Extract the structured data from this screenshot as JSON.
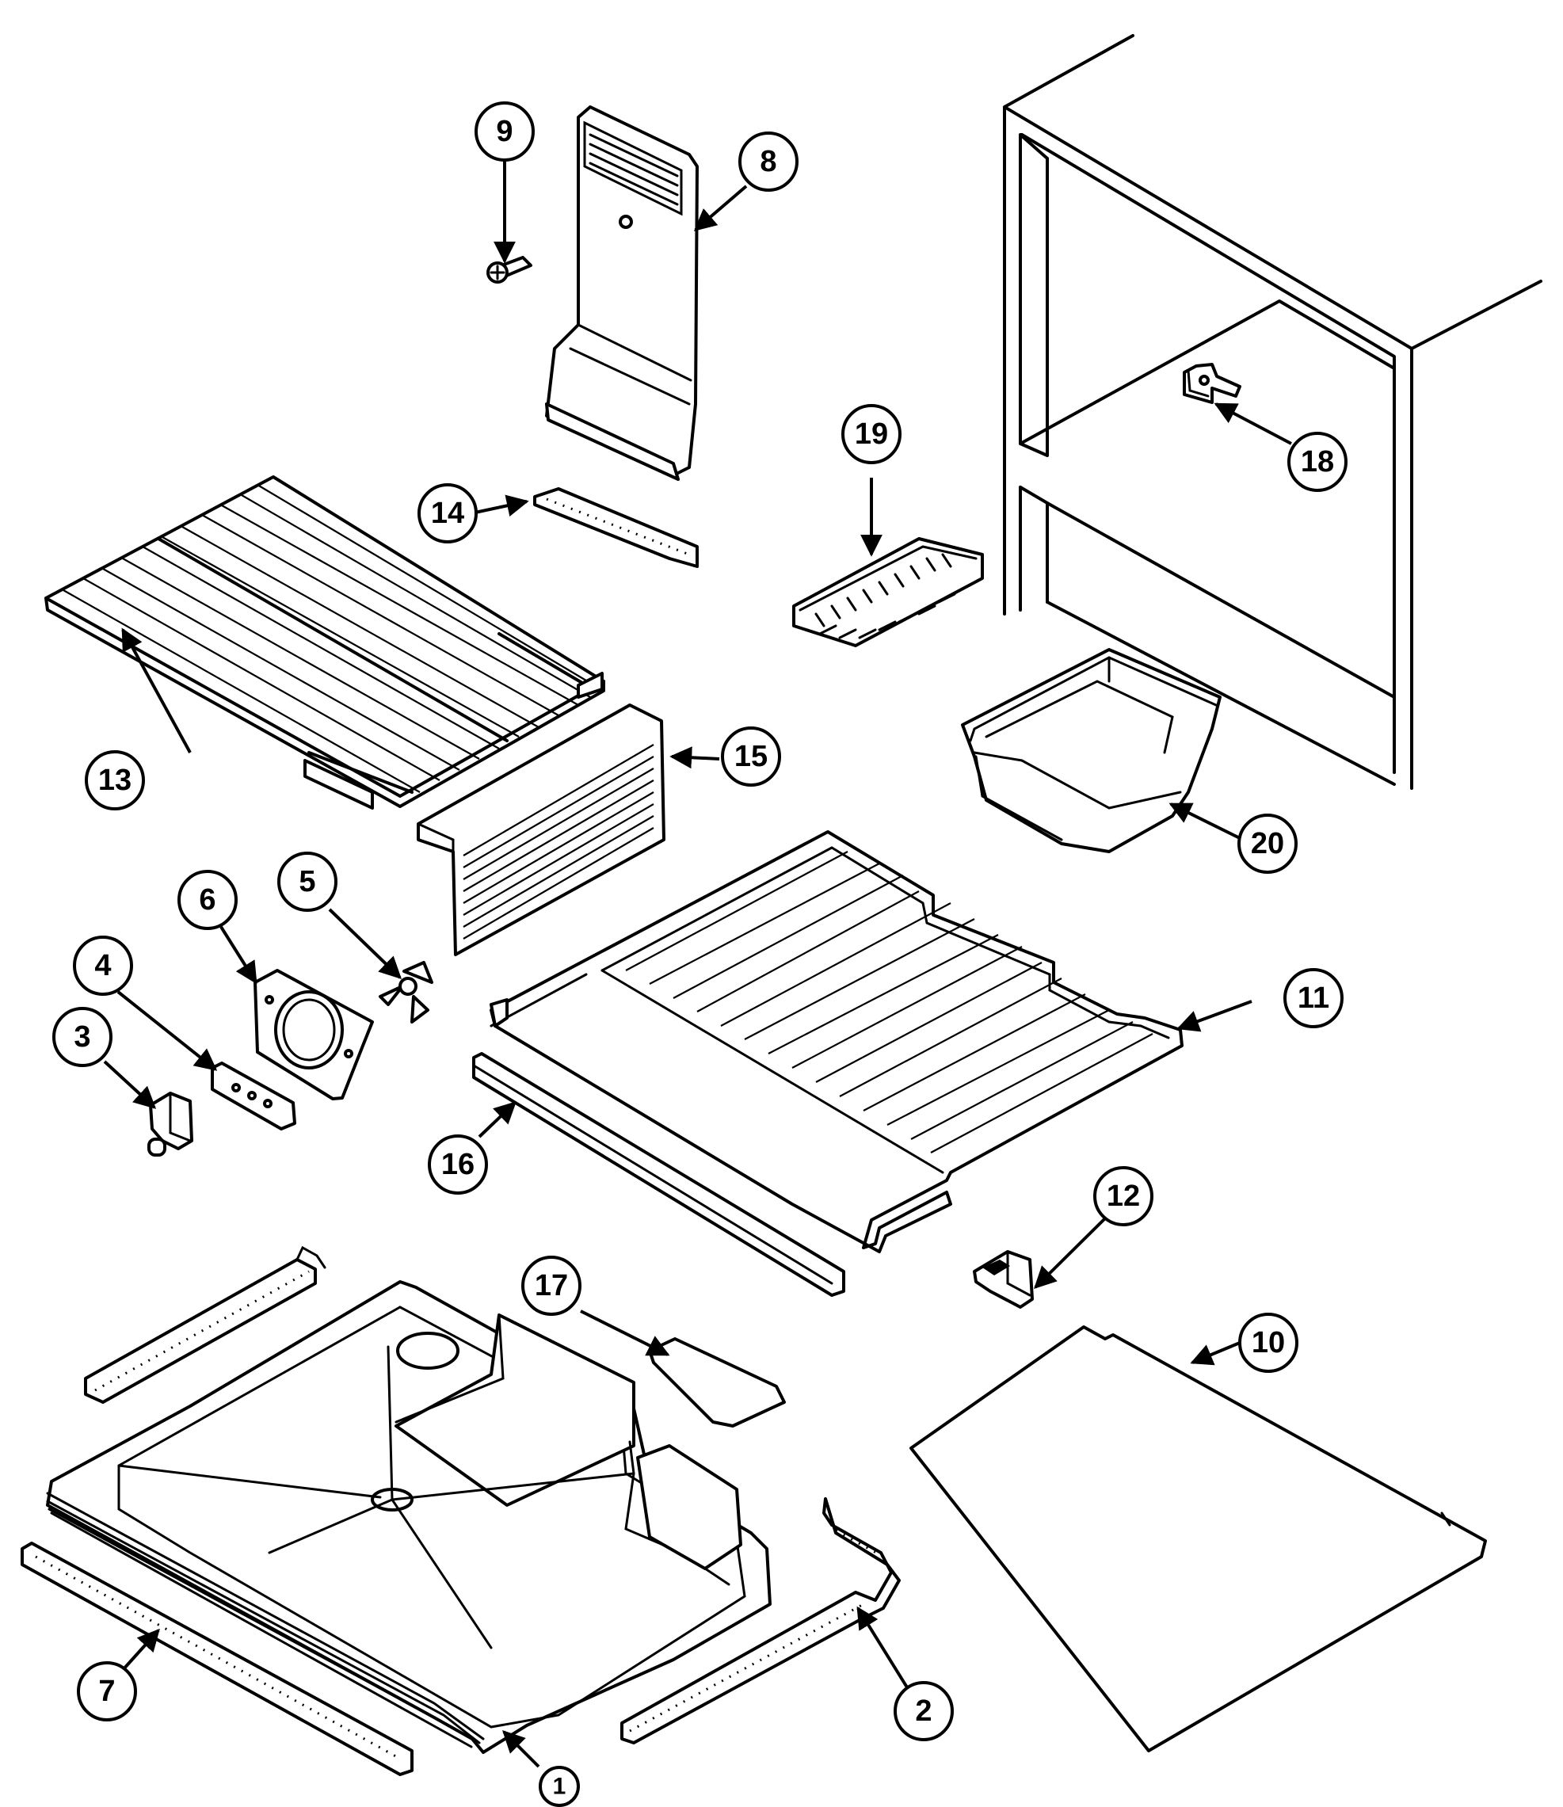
{
  "callouts": [
    {
      "id": "p1",
      "label": "1",
      "name": "callout-1"
    },
    {
      "id": "p2",
      "label": "2",
      "name": "callout-2"
    },
    {
      "id": "p3",
      "label": "3",
      "name": "callout-3"
    },
    {
      "id": "p4",
      "label": "4",
      "name": "callout-4"
    },
    {
      "id": "p5",
      "label": "5",
      "name": "callout-5"
    },
    {
      "id": "p6",
      "label": "6",
      "name": "callout-6"
    },
    {
      "id": "p7",
      "label": "7",
      "name": "callout-7"
    },
    {
      "id": "p8",
      "label": "8",
      "name": "callout-8"
    },
    {
      "id": "p9",
      "label": "9",
      "name": "callout-9"
    },
    {
      "id": "p10",
      "label": "10",
      "name": "callout-10"
    },
    {
      "id": "p11",
      "label": "11",
      "name": "callout-11"
    },
    {
      "id": "p12",
      "label": "12",
      "name": "callout-12"
    },
    {
      "id": "p13",
      "label": "13",
      "name": "callout-13"
    },
    {
      "id": "p14",
      "label": "14",
      "name": "callout-14"
    },
    {
      "id": "p15",
      "label": "15",
      "name": "callout-15"
    },
    {
      "id": "p16",
      "label": "16",
      "name": "callout-16"
    },
    {
      "id": "p17",
      "label": "17",
      "name": "callout-17"
    },
    {
      "id": "p18",
      "label": "18",
      "name": "callout-18"
    },
    {
      "id": "p19",
      "label": "19",
      "name": "callout-19"
    },
    {
      "id": "p20",
      "label": "20",
      "name": "callout-20"
    }
  ]
}
